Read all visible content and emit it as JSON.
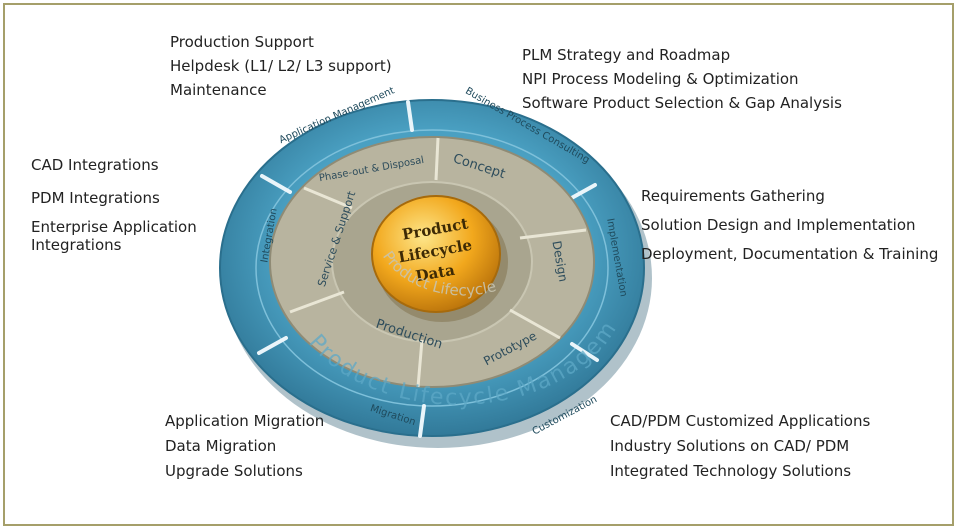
{
  "colors": {
    "frame_border": "#a59f6a",
    "outer_ring": "#3f93b5",
    "inner_ring": "#b8b49f",
    "core": "#f2a81d"
  },
  "core": {
    "lines": [
      "Product",
      "Lifecycle",
      "Data"
    ]
  },
  "ring_titles": {
    "inner": "Product Lifecycle",
    "outer": "Product Lifecycle Management"
  },
  "inner_segments": [
    "Concept",
    "Design",
    "Prototype",
    "Production",
    "Service & Support",
    "Phase-out & Disposal"
  ],
  "outer_segments": [
    "Application Management",
    "Business Process Consulting",
    "Implementation",
    "Customization",
    "Migration",
    "Integration"
  ],
  "groups": {
    "application_management": [
      "Production Support",
      "Helpdesk (L1/ L2/ L3 support)",
      "Maintenance"
    ],
    "business_process_consulting": [
      "PLM Strategy and Roadmap",
      "NPI Process Modeling  & Optimization",
      "Software Product Selection & Gap Analysis"
    ],
    "integration": [
      "CAD Integrations",
      "PDM Integrations",
      "Enterprise Application",
      "Integrations"
    ],
    "implementation": [
      "Requirements Gathering",
      "Solution Design and Implementation",
      "Deployment, Documentation & Training"
    ],
    "migration": [
      "Application Migration",
      "Data Migration",
      "Upgrade Solutions"
    ],
    "customization": [
      "CAD/PDM Customized Applications",
      "Industry Solutions on CAD/ PDM",
      "Integrated Technology Solutions"
    ]
  }
}
